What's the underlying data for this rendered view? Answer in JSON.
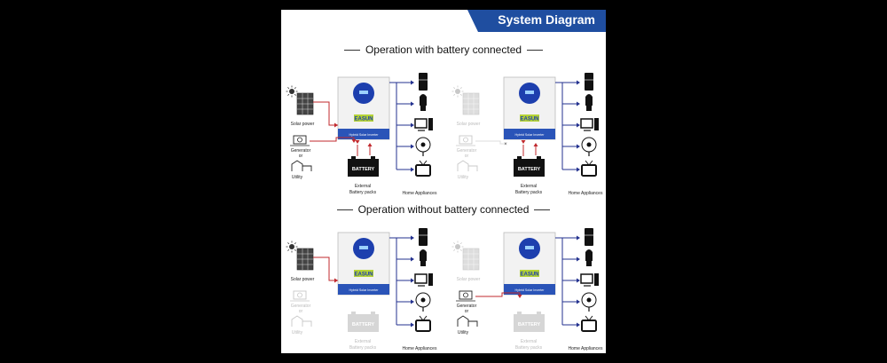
{
  "header": {
    "title": "System Diagram",
    "color": "#1f4ea0"
  },
  "sections": [
    {
      "title": "Operation with battery connected"
    },
    {
      "title": "Operation without battery connected"
    }
  ],
  "diagram": {
    "solar_label": "Solar power",
    "generator_label_1": "Generator",
    "generator_label_2": "or",
    "utility_label": "Utility",
    "inverter_brand": "EASUN",
    "inverter_name": "Hybrid Solar Inverter",
    "battery_text": "BATTERY",
    "battery_label_1": "External",
    "battery_label_2": "Battery packs",
    "appliances_label": "Home Appliances",
    "colors": {
      "power_line": "#c0282d",
      "load_line": "#23318f",
      "inverter_band": "#2a54b8",
      "faded": "#c8c8c8"
    }
  },
  "panels": [
    {
      "id": "p1",
      "solar": true,
      "grid": true,
      "battery": true,
      "grid_cut": false
    },
    {
      "id": "p2",
      "solar": false,
      "grid": false,
      "battery": true,
      "grid_cut": true
    },
    {
      "id": "p3",
      "solar": true,
      "grid": false,
      "battery": false,
      "grid_cut": false
    },
    {
      "id": "p4",
      "solar": false,
      "grid": true,
      "battery": false,
      "grid_cut": false
    }
  ]
}
